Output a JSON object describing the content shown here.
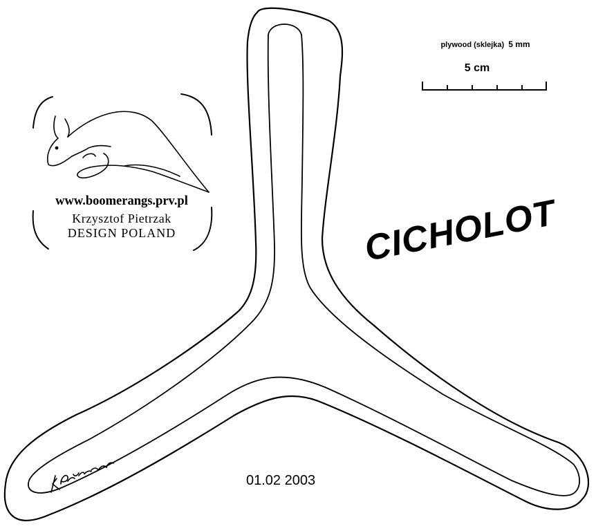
{
  "material": {
    "label": "plywood (sklejka)",
    "thickness": "5 mm"
  },
  "scale_bar": {
    "label": "5 cm",
    "minor_divisions": 5
  },
  "logo": {
    "website": "www.boomerangs.prv.pl",
    "author": "Krzysztof Pietrzak",
    "country": "DESIGN  POLAND",
    "mark": "kangaroo-drawing"
  },
  "design_name": "CICHOLOT",
  "date": "01.02   2003",
  "signature": "KPietrzak",
  "colors": {
    "ink": "#000000",
    "paper": "#ffffff"
  }
}
